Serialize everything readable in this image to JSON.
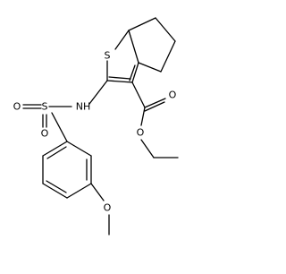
{
  "molecule": {
    "atoms": {
      "sulfur_ring": "S",
      "sulfonyl_s": "S",
      "sulfonyl_o_left": "O",
      "sulfonyl_o_bottom": "O",
      "nh": "NH",
      "carbonyl_o": "O",
      "ester_o": "O",
      "methoxy_o": "O"
    }
  }
}
